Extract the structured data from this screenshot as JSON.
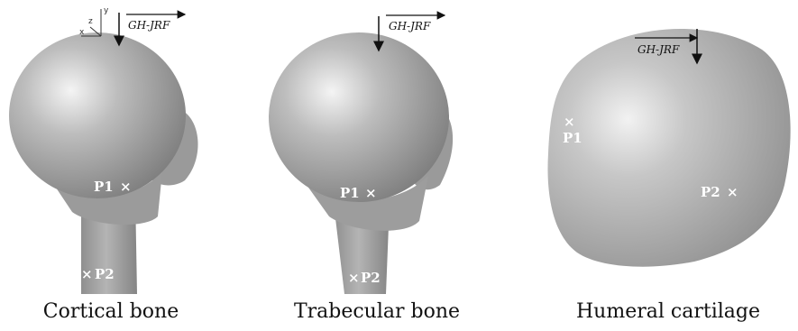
{
  "figures": [
    {
      "caption": "Cortical bone",
      "force_label": "GH-JRF",
      "points": [
        {
          "label": "P1",
          "mark": "×"
        },
        {
          "label": "P2",
          "mark": "×"
        }
      ],
      "axis_labels": [
        "y",
        "x",
        "z"
      ]
    },
    {
      "caption": "Trabecular bone",
      "force_label": "GH-JRF",
      "points": [
        {
          "label": "P1",
          "mark": "×"
        },
        {
          "label": "P2",
          "mark": "×"
        }
      ]
    },
    {
      "caption": "Humeral cartilage",
      "force_label": "GH-JRF",
      "points": [
        {
          "label": "P1",
          "mark": "×"
        },
        {
          "label": "P2",
          "mark": "×"
        }
      ]
    }
  ]
}
